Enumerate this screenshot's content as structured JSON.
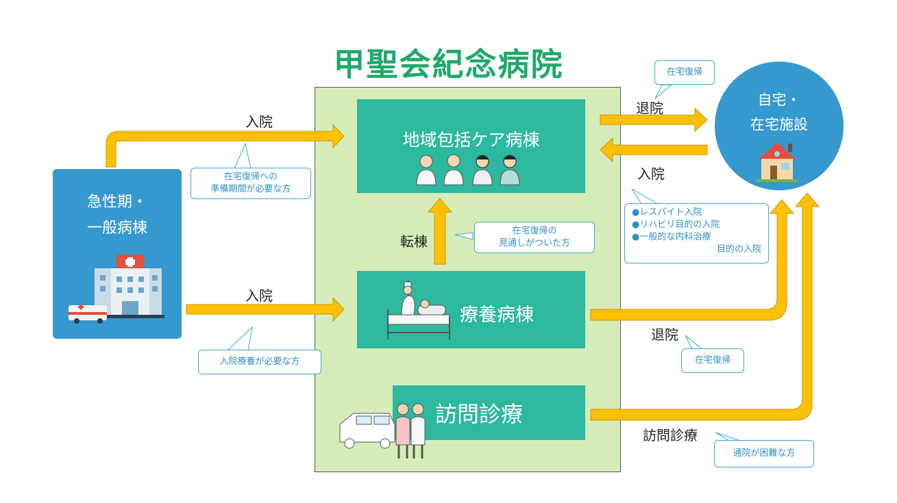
{
  "title": "甲聖会紀念病院",
  "wards": {
    "community": "地域包括ケア病棟",
    "ryoyo": "療養病棟",
    "homevisit": "訪問診療"
  },
  "acute": {
    "line1": "急性期・",
    "line2": "一般病棟"
  },
  "home": {
    "line1": "自宅・",
    "line2": "在宅施設"
  },
  "labels": {
    "admit_top": "入院",
    "admit_mid": "入院",
    "transfer": "転棟",
    "discharge_top": "退院",
    "admit_right": "入院",
    "discharge_mid": "退院",
    "homevisit_flow": "訪問診療"
  },
  "callouts": {
    "return_home_top": "在宅復帰",
    "prep_line1": "在宅復帰への",
    "prep_line2": "準備期間が必要な方",
    "outlook_line1": "在宅復帰の",
    "outlook_line2": "見通しがついた方",
    "care_needed": "入院療養が必要な方",
    "reasons_line1": "●レスパイト入院",
    "reasons_line2": "●リハビリ目的の入院",
    "reasons_line3": "●一般的な内科治療",
    "reasons_line4": "目的の入院",
    "return_home_mid": "在宅復帰",
    "hard_to_visit": "通院が困難な方"
  },
  "colors": {
    "title_green": "#1ea96a",
    "ward_teal": "#2db8a0",
    "hospital_bg": "#d7edb9",
    "blue": "#3598cf",
    "arrow": "#ffc000",
    "arrow_edge": "#c8950a"
  }
}
